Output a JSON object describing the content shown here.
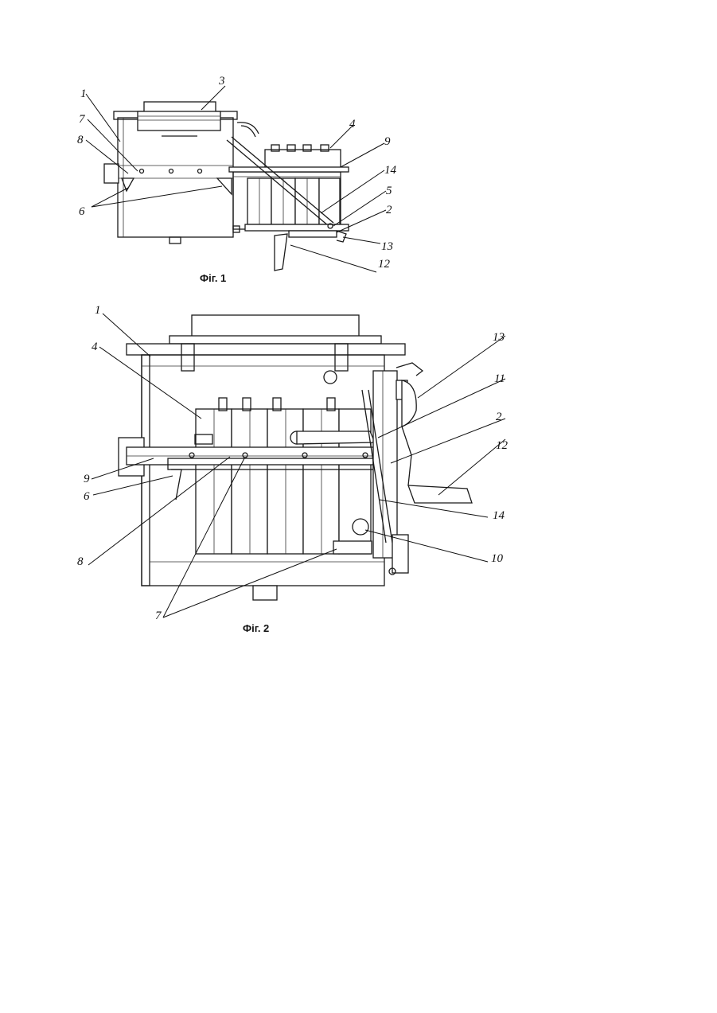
{
  "figure1": {
    "caption": "Фіг. 1",
    "labels": [
      "1",
      "3",
      "7",
      "8",
      "4",
      "9",
      "14",
      "5",
      "2",
      "6",
      "13",
      "12"
    ]
  },
  "figure2": {
    "caption": "Фіг. 2",
    "labels": [
      "1",
      "4",
      "13",
      "11",
      "2",
      "12",
      "9",
      "6",
      "14",
      "8",
      "10",
      "7"
    ]
  }
}
